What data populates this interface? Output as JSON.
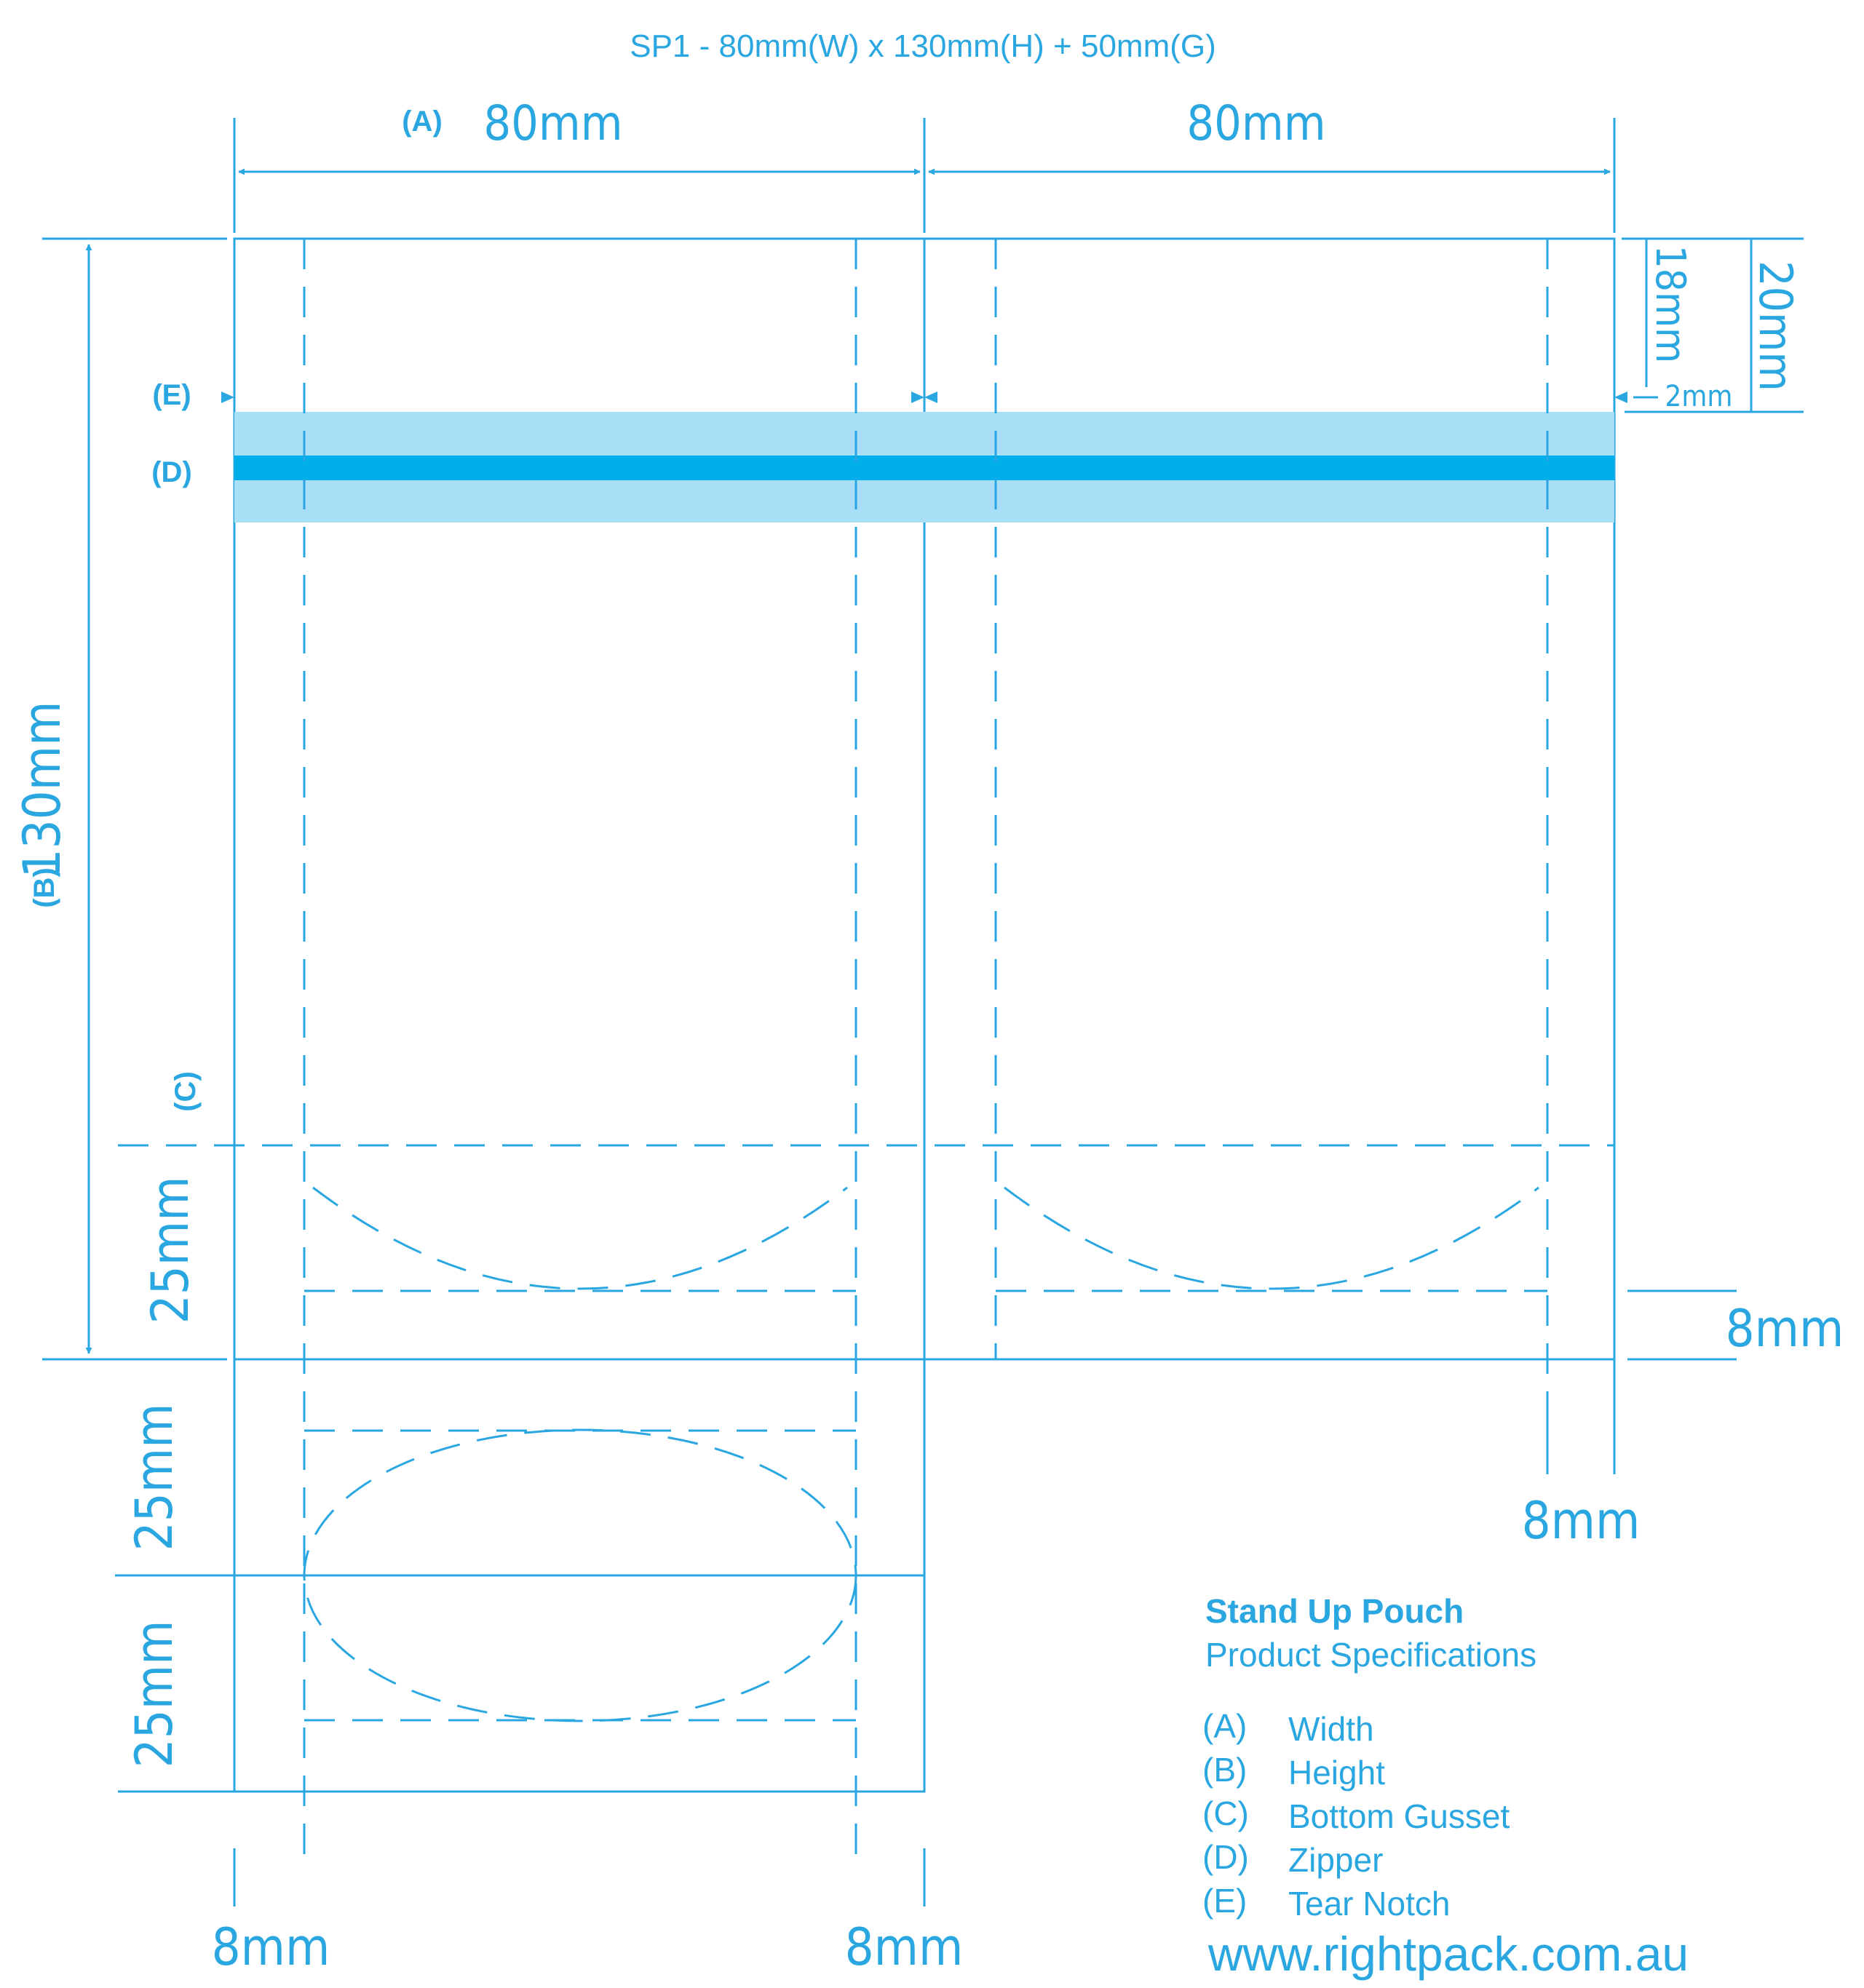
{
  "header": {
    "title": "SP1 - 80mm(W) x 130mm(H) + 50mm(G)"
  },
  "colors": {
    "line": "#2aa7e0",
    "zipper_band": "#a9def7",
    "zipper_line": "#00aeea",
    "background": "#ffffff"
  },
  "dimensions": {
    "width_left": "80mm",
    "width_right": "80mm",
    "height": "130mm",
    "notch_18": "18mm",
    "notch_20": "20mm",
    "notch_2": "2mm",
    "gusset_front": "25mm",
    "gusset_fold_top": "25mm",
    "gusset_fold_bottom": "25mm",
    "seal_right_side": "8mm",
    "seal_right_bottom": "8mm",
    "seal_left": "8mm",
    "seal_mid": "8mm"
  },
  "markers": {
    "a": "(A)",
    "b": "(B)",
    "c": "(C)",
    "d": "(D)",
    "e": "(E)"
  },
  "legend": {
    "title": "Stand Up Pouch",
    "subtitle": "Product Specifications",
    "items": [
      {
        "key": "(A)",
        "label": "Width"
      },
      {
        "key": "(B)",
        "label": "Height"
      },
      {
        "key": "(C)",
        "label": "Bottom Gusset"
      },
      {
        "key": "(D)",
        "label": "Zipper"
      },
      {
        "key": "(E)",
        "label": "Tear Notch"
      }
    ]
  },
  "footer": {
    "website": "www.rightpack.com.au"
  }
}
